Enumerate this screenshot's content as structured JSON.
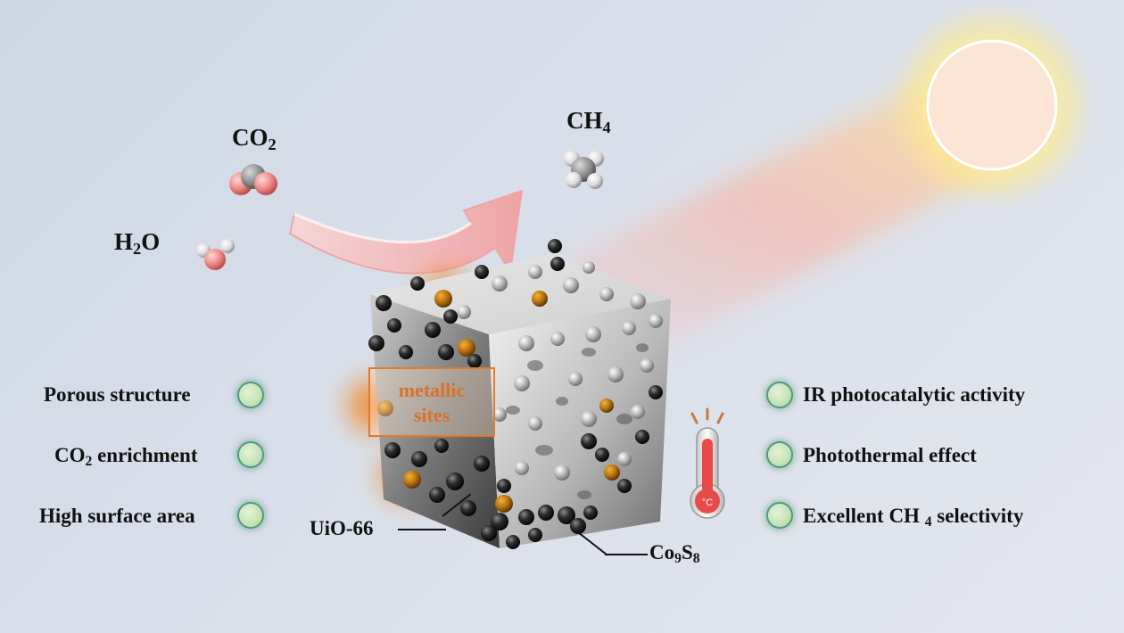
{
  "molecules": {
    "co2_prefix": "CO",
    "co2_sub": "2",
    "h2o_prefix": "H",
    "h2o_sub": "2",
    "h2o_suffix": "O",
    "ch4_prefix": "CH",
    "ch4_sub": "4"
  },
  "left_features": {
    "porous": "Porous structure",
    "co2_prefix": "CO",
    "co2_sub": "2",
    "co2_suffix": " enrichment",
    "surface": "High surface area"
  },
  "right_features": {
    "ir": "IR photocatalytic activity",
    "photothermal": "Photothermal effect",
    "selectivity_prefix": "Excellent CH ",
    "selectivity_sub": "4",
    "selectivity_suffix": " selectivity"
  },
  "callouts": {
    "metallic_line1": "metallic",
    "metallic_line2": "sites",
    "uio": "UiO-66",
    "co_prefix": "Co",
    "co_sub1": "9",
    "co_mid": "S",
    "co_sub2": "8"
  },
  "thermometer_unit": "°C",
  "colors": {
    "bullet_ring": "#4e9b7a",
    "bullet_fill": "#c8e4b8",
    "metallic_accent": "#e07a2e",
    "sun": "#fde5d6",
    "arrow": "#f3b4b4"
  }
}
